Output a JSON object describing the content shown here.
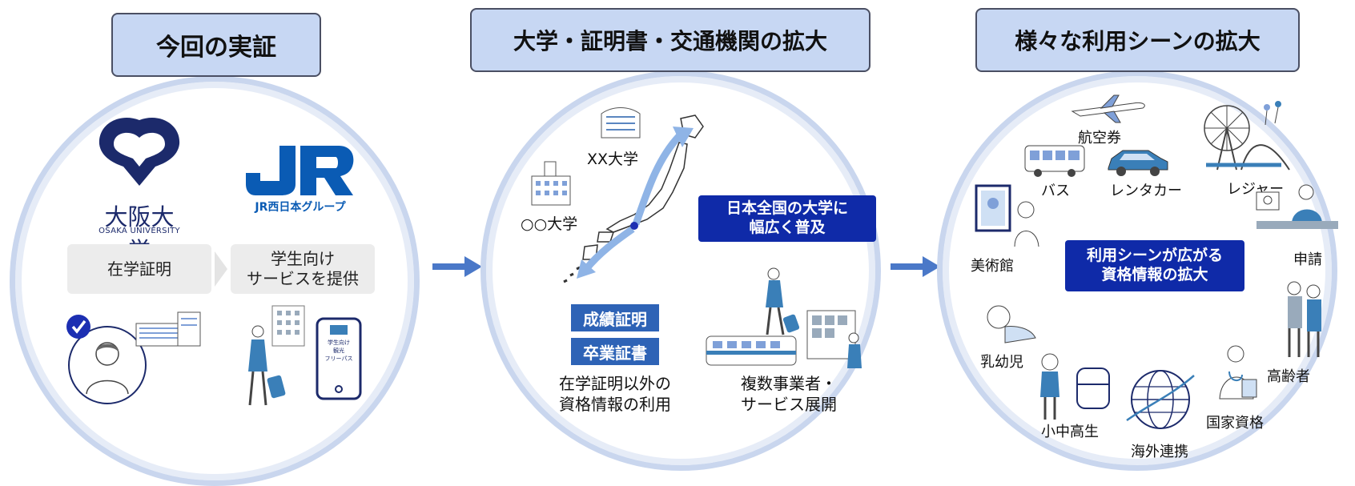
{
  "section1": {
    "title": "今回の実証",
    "university_name": "大阪大学",
    "university_name_en": "OSAKA UNIVERSITY",
    "jr_group": "JR西日本グループ",
    "enrollment_cert": "在学証明",
    "student_service": "学生向け\nサービスを提供",
    "phone_text": "学生向け\n観光\nフリーパス"
  },
  "section2": {
    "title": "大学・証明書・交通機関の拡大",
    "univ_xx": "XX大学",
    "univ_oo": "○○大学",
    "spread_tag": "日本全国の大学に\n幅広く普及",
    "tag_grades": "成績証明",
    "tag_graduation": "卒業証書",
    "other_qual": "在学証明以外の\n資格情報の利用",
    "multi_operator": "複数事業者・\nサービス展開"
  },
  "section3": {
    "title": "様々な利用シーンの拡大",
    "center_tag": "利用シーンが広がる\n資格情報の拡大",
    "items": {
      "airline": "航空券",
      "bus": "バス",
      "rental_car": "レンタカー",
      "leisure": "レジャー",
      "museum": "美術館",
      "application": "申請",
      "infant": "乳幼児",
      "elderly": "高齢者",
      "students": "小中高生",
      "national_qual": "国家資格",
      "overseas": "海外連携"
    }
  },
  "colors": {
    "title_bg": "#c7d7f3",
    "tag_blue": "#0f2aa8",
    "arrow_blue": "#4a78c8",
    "circle_ring": "#c9d6ee",
    "osaka_navy": "#1c2a6b",
    "jr_blue": "#0a5bb4"
  }
}
